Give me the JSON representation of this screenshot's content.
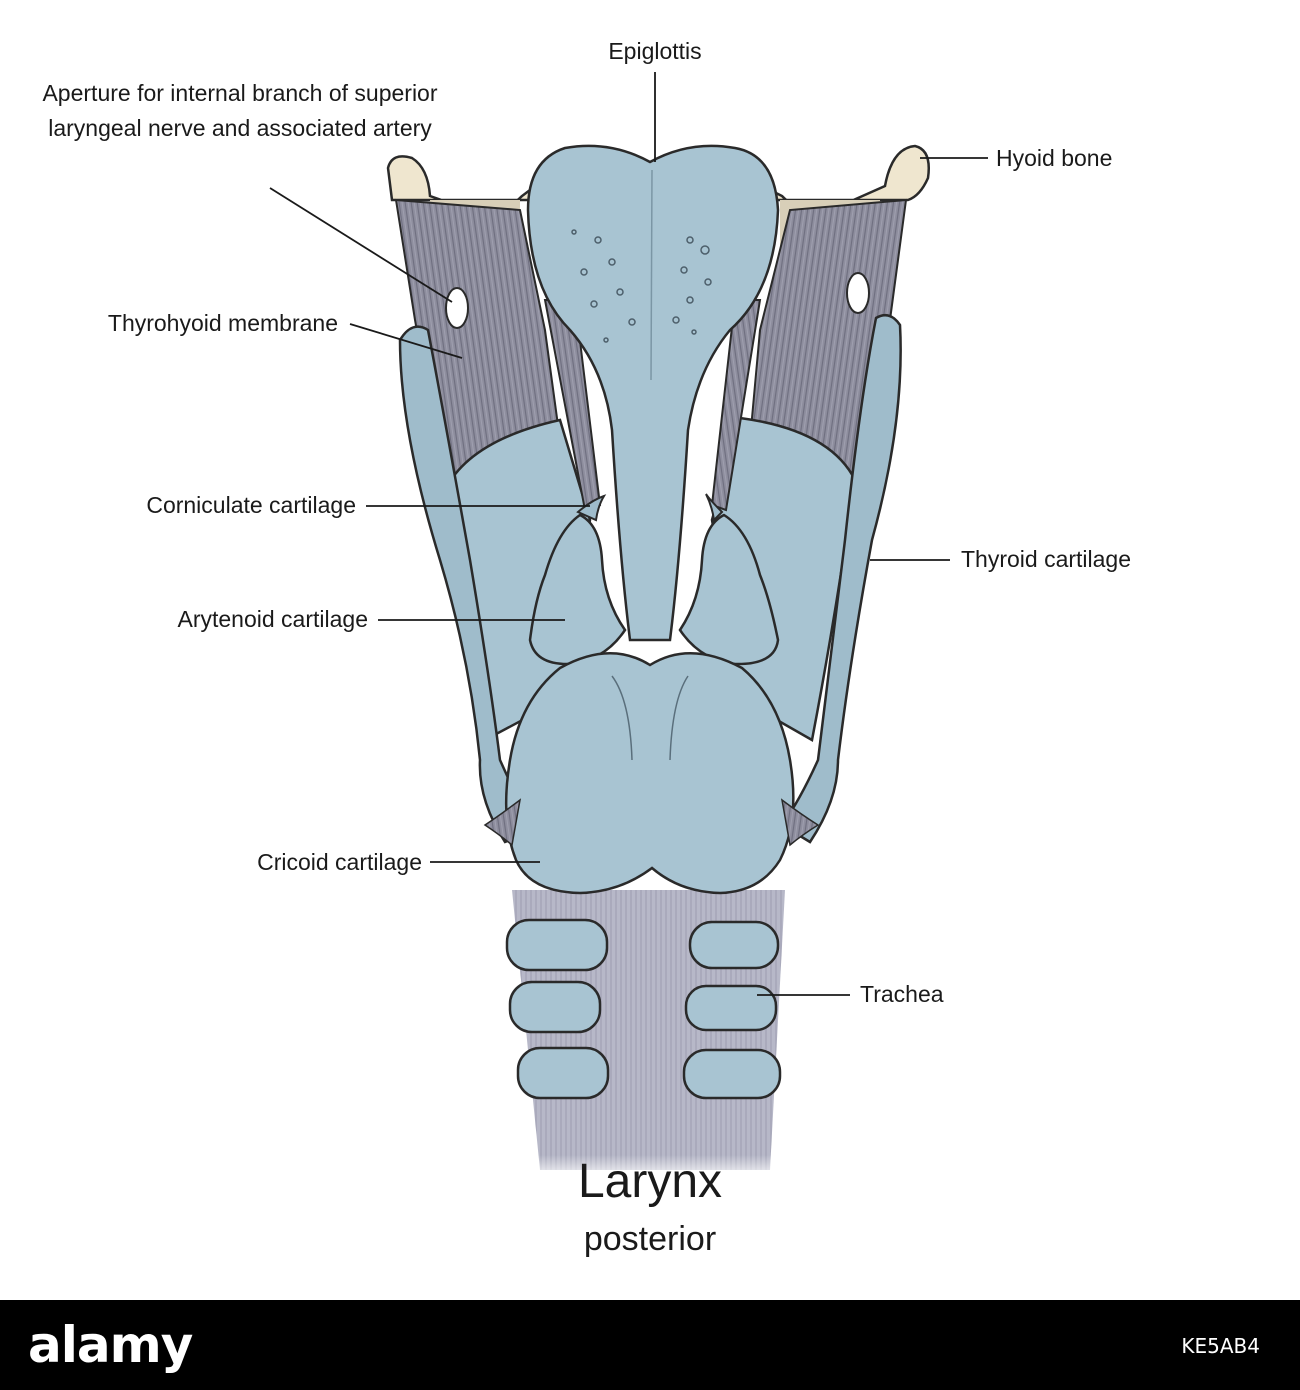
{
  "labels": {
    "aperture": "Aperture for internal branch of superior laryngeal nerve and associated artery",
    "epiglottis": "Epiglottis",
    "hyoid_bone": "Hyoid bone",
    "thyrohyoid_membrane": "Thyrohyoid membrane",
    "corniculate_cartilage": "Corniculate cartilage",
    "arytenoid_cartilage": "Arytenoid cartilage",
    "thyroid_cartilage": "Thyroid cartilage",
    "cricoid_cartilage": "Cricoid cartilage",
    "trachea": "Trachea"
  },
  "title": {
    "main": "Larynx",
    "sub": "posterior"
  },
  "footer": {
    "brand": "alamy",
    "image_code": "KE5AB4"
  },
  "colors": {
    "cartilage": "#a8c4d2",
    "cartilage_shade": "#8fb0c0",
    "membrane": "#8d8d9c",
    "bone": "#efe6cf",
    "outline": "#2a2a2a"
  }
}
